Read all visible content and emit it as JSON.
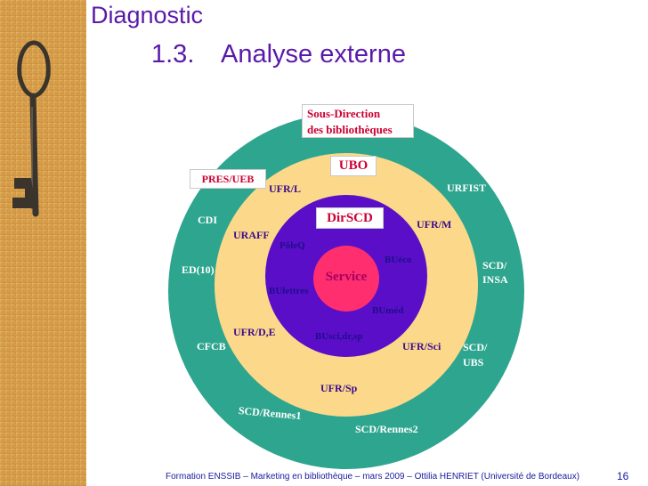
{
  "title": "Diagnostic",
  "subtitle": {
    "number": "1.3.",
    "text": "Analyse externe"
  },
  "boxes": {
    "sous_direction_line1": "Sous-Direction",
    "sous_direction_line2": "des bibliothèques",
    "ubo": "UBO",
    "pres_ueb": "PRES/UEB",
    "dirscd": "DirSCD"
  },
  "center": "Service",
  "outer_ring_labels": {
    "urfist": "URFIST",
    "cdi": "CDI",
    "ed10": "ED(10)",
    "scd_insa_1": "SCD/",
    "scd_insa_2": "INSA",
    "cfcb": "CFCB",
    "scd_ubs_1": "SCD/",
    "scd_ubs_2": "UBS",
    "scd_rennes1": "SCD/Rennes1",
    "scd_rennes2": "SCD/Rennes2"
  },
  "middle_ring_labels": {
    "ufr_l": "UFR/L",
    "ufr_m": "UFR/M",
    "uraff": "URAFF",
    "ufr_de": "UFR/D,E",
    "ufr_sci": "UFR/Sci",
    "ufr_sp": "UFR/Sp"
  },
  "inner_ring_labels": {
    "poleq": "PôleQ",
    "bueco": "BUéco",
    "bulettres": "BUlettres",
    "bumed": "BUméd",
    "buscidrsp": "BUsci,dr,sp"
  },
  "footer": "Formation ENSSIB – Marketing en bibliothèque – mars 2009 – Ottilia HENRIET (Université de Bordeaux)",
  "page_number": "16",
  "colors": {
    "title": "#5a1aa8",
    "outer_ring": "#2ea58e",
    "middle_ring": "#fcd98a",
    "inner_ring": "#5a0ec8",
    "center": "#ff2e6e",
    "box_text": "#cc0033"
  },
  "icons": {
    "key": "old-key-photo"
  }
}
